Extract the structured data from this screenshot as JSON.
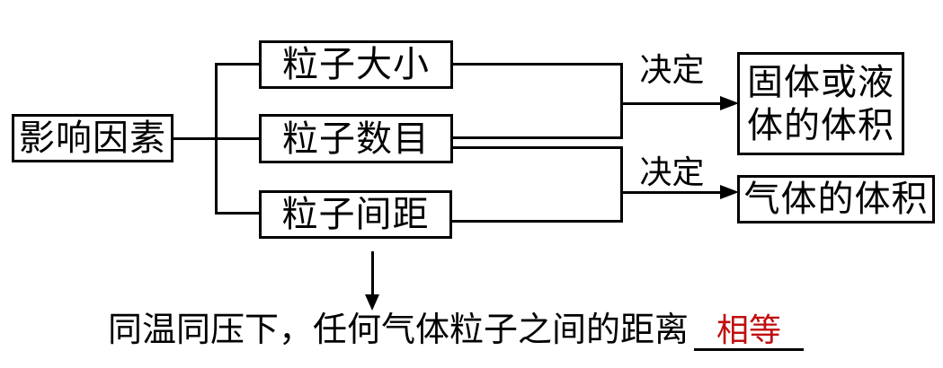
{
  "diagram": {
    "colors": {
      "line": "#000000",
      "background": "#ffffff",
      "answer_red": "#c00f0f"
    },
    "nodes": {
      "root": {
        "label": "影响因素"
      },
      "factor_size": {
        "label": "粒子大小"
      },
      "factor_number": {
        "label": "粒子数目"
      },
      "factor_spacing": {
        "label": "粒子间距"
      },
      "result_solid_liquid": {
        "label": "固体或液体的体积"
      },
      "result_gas": {
        "label": "气体的体积"
      }
    },
    "edges": {
      "determines_solid_liquid": {
        "label": "决定"
      },
      "determines_gas": {
        "label": "决定"
      }
    },
    "footnote": {
      "prefix": "同温同压下，任何气体粒子之间的距离",
      "answer": "相等"
    }
  }
}
